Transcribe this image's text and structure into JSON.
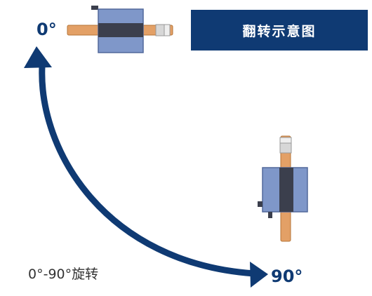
{
  "title": "翻转示意图",
  "label_start": "0°",
  "label_end": "90°",
  "label_range": "0°-90°旋转",
  "colors": {
    "navy": "#0f3a73",
    "body_blue": "#7f97c9",
    "body_edge": "#52699b",
    "band": "#3b3f4d",
    "shaft": "#e3a066",
    "shaft_edge": "#b57538",
    "collar": "#d7d7d7",
    "text_dark": "#333333"
  },
  "icons": [
    "valve-horizontal-icon",
    "valve-vertical-icon",
    "rotation-arc-arrow-icon"
  ]
}
